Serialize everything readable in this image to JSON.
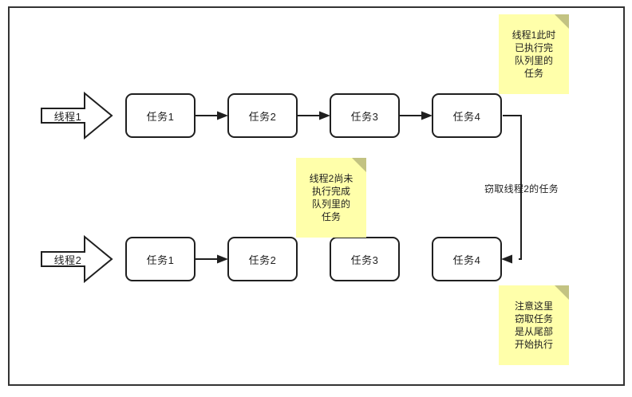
{
  "diagram": {
    "title": "ForkJoinPool work-stealing diagram",
    "colors": {
      "frame_border": "#333333",
      "box_border": "#1f1f1f",
      "box_fill": "#ffffff",
      "note_fill": "#ffffaa",
      "note_fold": "#c3c382",
      "connector": "#1f1f1f",
      "background": "#ffffff"
    },
    "rows": [
      {
        "thread": {
          "label": "线程1"
        },
        "tasks": [
          {
            "label": "任务1"
          },
          {
            "label": "任务2"
          },
          {
            "label": "任务3"
          },
          {
            "label": "任务4"
          }
        ],
        "arrows_between_tasks": [
          true,
          true,
          true
        ]
      },
      {
        "thread": {
          "label": "线程2"
        },
        "tasks": [
          {
            "label": "任务1"
          },
          {
            "label": "任务2"
          },
          {
            "label": "任务3"
          },
          {
            "label": "任务4"
          }
        ],
        "arrows_between_tasks": [
          true,
          false,
          false
        ]
      }
    ],
    "notes": [
      {
        "id": "note-thread1-done",
        "text": "线程1此时\n已执行完\n队列里的\n任务"
      },
      {
        "id": "note-thread2-pending",
        "text": "线程2尚未\n执行完成\n队列里的\n任务"
      },
      {
        "id": "note-steal-from-tail",
        "text": "注意这里\n窃取任务\n是从尾部\n开始执行"
      }
    ],
    "steal_connector": {
      "label": "窃取线程2的任务"
    }
  }
}
